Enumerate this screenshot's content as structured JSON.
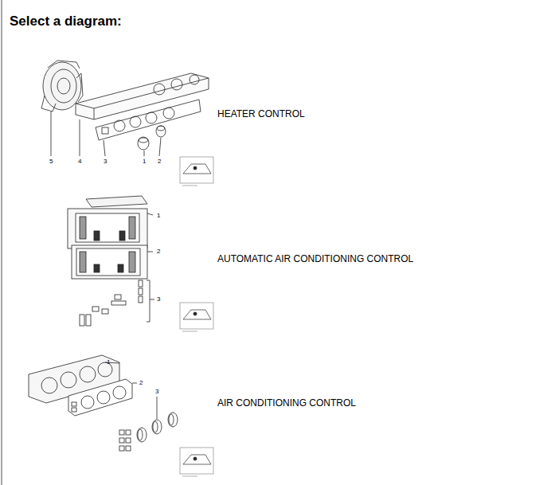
{
  "diagram": {
    "title": "Select a diagram:",
    "labels": [
      "HEATER CONTROL",
      "5",
      "4",
      "3",
      "1",
      "2",
      "AUTOMATIC AIR CONDITIONING CONTROL",
      "1",
      "2",
      "3",
      "AIR CONDITIONING CONTROL",
      "1",
      "2",
      "3"
    ]
  }
}
